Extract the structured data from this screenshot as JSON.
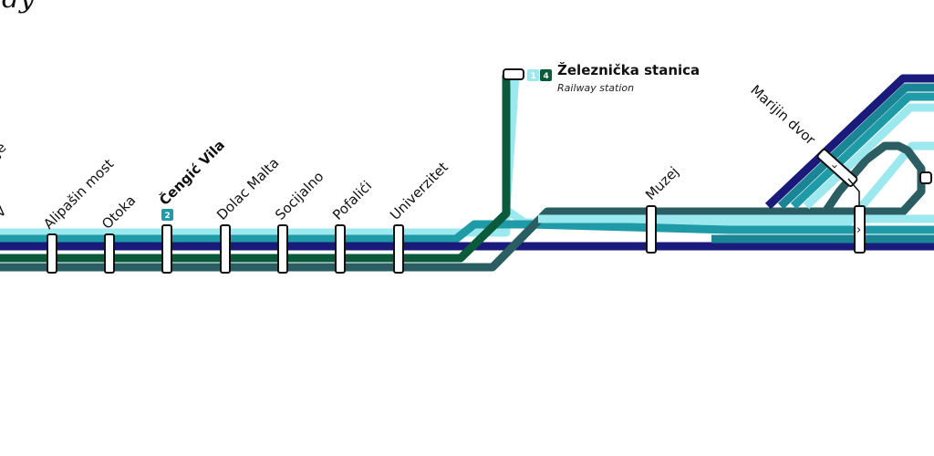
{
  "corner_text": "dy",
  "colors": {
    "teal": "#1F9BA8",
    "navy": "#1A1A7A",
    "dark_green": "#0B5A3B",
    "dark_teal": "#2A5E62",
    "light_cyan": "#9BE8EE",
    "mid_teal": "#1A8595",
    "badge_light": "#9BE8EE",
    "badge_teal": "#1F9BA8",
    "badge_green": "#0B5A3B"
  },
  "stations": {
    "left_edge_1": "je",
    "left_edge_2": "TV",
    "alipasin_most": "Alipašin most",
    "otoka": "Otoka",
    "cengic_vila": "Čengić Vila",
    "cengic_vila_badge": "2",
    "dolac_malta": "Dolac Malta",
    "socijalno": "Socijalno",
    "pofalici": "Pofalići",
    "univerzitet": "Univerzitet",
    "muzej": "Muzej",
    "marijin_dvor": "Marijin dvor"
  },
  "hub": {
    "title": "Železnička stanica",
    "subtitle": "Railway station",
    "badge_1": "1",
    "badge_4": "4"
  },
  "direction_glyph": "›"
}
